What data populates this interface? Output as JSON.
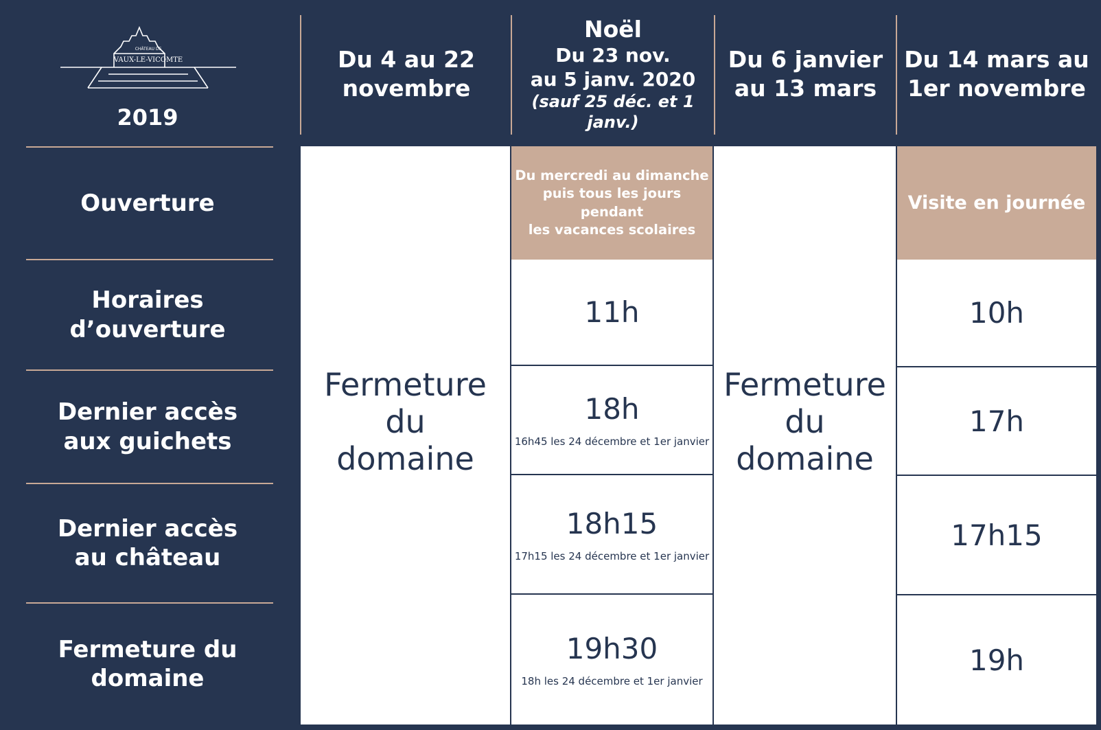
{
  "logo": {
    "line1": "CHÂTEAU DE",
    "line2": "VAUX-LE-VICOMTE"
  },
  "year": "2019",
  "columns": [
    {
      "lines": [
        "Du 4 au 22",
        "novembre"
      ]
    },
    {
      "title": "Noël",
      "lines": [
        "Du 23 nov.",
        "au 5 janv. 2020"
      ],
      "note": "(sauf 25 déc. et 1 janv.)"
    },
    {
      "lines": [
        "Du 6 janvier",
        "au 13 mars"
      ]
    },
    {
      "lines": [
        "Du 14 mars au",
        "1er novembre"
      ]
    }
  ],
  "rows": [
    {
      "lines": [
        "Ouverture"
      ]
    },
    {
      "lines": [
        "Horaires",
        "d’ouverture"
      ]
    },
    {
      "lines": [
        "Dernier accès",
        "aux guichets"
      ]
    },
    {
      "lines": [
        "Dernier accès",
        "au château"
      ]
    },
    {
      "lines": [
        "Fermeture du",
        "domaine"
      ]
    }
  ],
  "closed": [
    "Fermeture",
    "du",
    "domaine"
  ],
  "noel": {
    "opening": [
      "Du mercredi au dimanche",
      "puis tous les jours pendant",
      "les vacances scolaires"
    ],
    "hours": "11h",
    "ticket": "18h",
    "ticket_note": "16h45 les 24 décembre et 1er janvier",
    "chateau": "18h15",
    "chateau_note": "17h15 les 24 décembre et 1er janvier",
    "close": "19h30",
    "close_note": "18h les 24 décembre et 1er janvier"
  },
  "season": {
    "opening": "Visite en journée",
    "hours": "10h",
    "ticket": "17h",
    "chateau": "17h15",
    "close": "19h"
  },
  "colors": {
    "navy": "#263550",
    "beige": "#c9ab98",
    "separator": "#c9a996",
    "white": "#ffffff"
  }
}
